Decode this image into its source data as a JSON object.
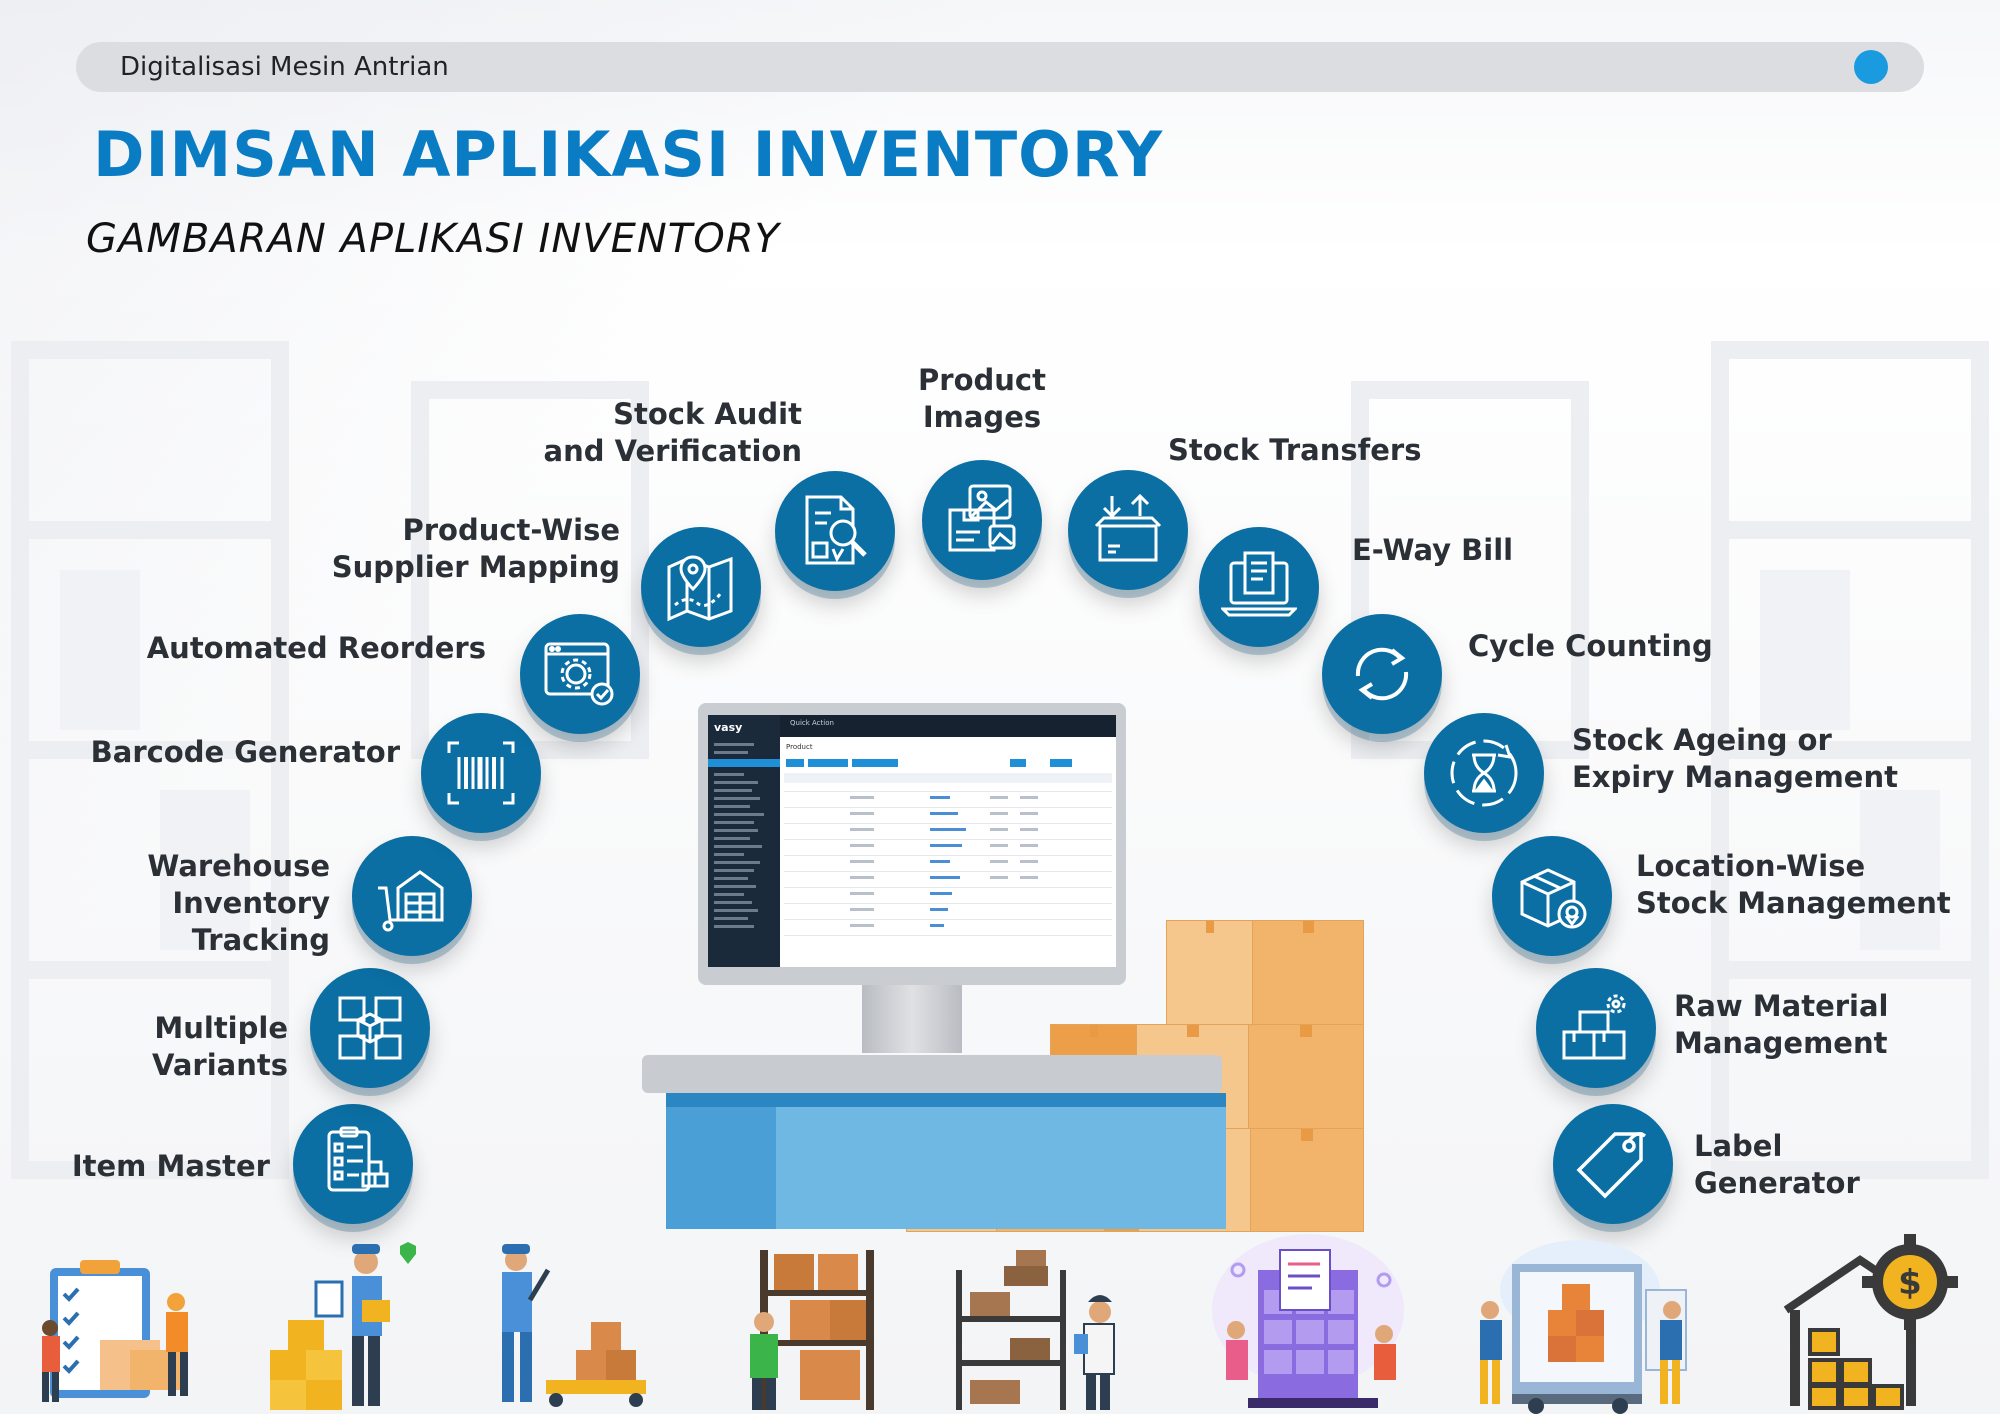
{
  "header": {
    "bar_label": "Digitalisasi Mesin Antrian",
    "title": "DIMSAN APLIKASI INVENTORY",
    "subtitle": "GAMBARAN APLIKASI INVENTORY"
  },
  "features": [
    {
      "label": "Item Master",
      "icon": "clipboard-list-icon"
    },
    {
      "label": "Multiple Variants",
      "icon": "boxes-grid-icon"
    },
    {
      "label": "Warehouse\nInventory Tracking",
      "icon": "warehouse-trolley-icon"
    },
    {
      "label": "Barcode Generator",
      "icon": "barcode-scan-icon"
    },
    {
      "label": "Automated Reorders",
      "icon": "browser-gear-icon"
    },
    {
      "label": "Product-Wise\nSupplier Mapping",
      "icon": "map-pin-icon"
    },
    {
      "label": "Stock Audit\nand Verification",
      "icon": "document-search-icon"
    },
    {
      "label": "Product\nImages",
      "icon": "image-box-icon"
    },
    {
      "label": "Stock Transfers",
      "icon": "box-arrows-icon"
    },
    {
      "label": "E-Way Bill",
      "icon": "laptop-bill-icon"
    },
    {
      "label": "Cycle Counting",
      "icon": "cycle-arrows-icon"
    },
    {
      "label": "Stock Ageing or\nExpiry Management",
      "icon": "hourglass-icon"
    },
    {
      "label": "Location-Wise\nStock Management",
      "icon": "box-location-icon"
    },
    {
      "label": "Raw Material\nManagement",
      "icon": "boxes-gear-icon"
    },
    {
      "label": "Label\nGenerator",
      "icon": "tag-icon"
    }
  ],
  "screen": {
    "logo": "vasy",
    "topbar": "Quick Action",
    "page_title": "Product"
  },
  "colors": {
    "accent": "#0a7cc4",
    "circle": "#0b6fa4",
    "bar": "#dcdde0",
    "dot": "#1a9be0"
  }
}
